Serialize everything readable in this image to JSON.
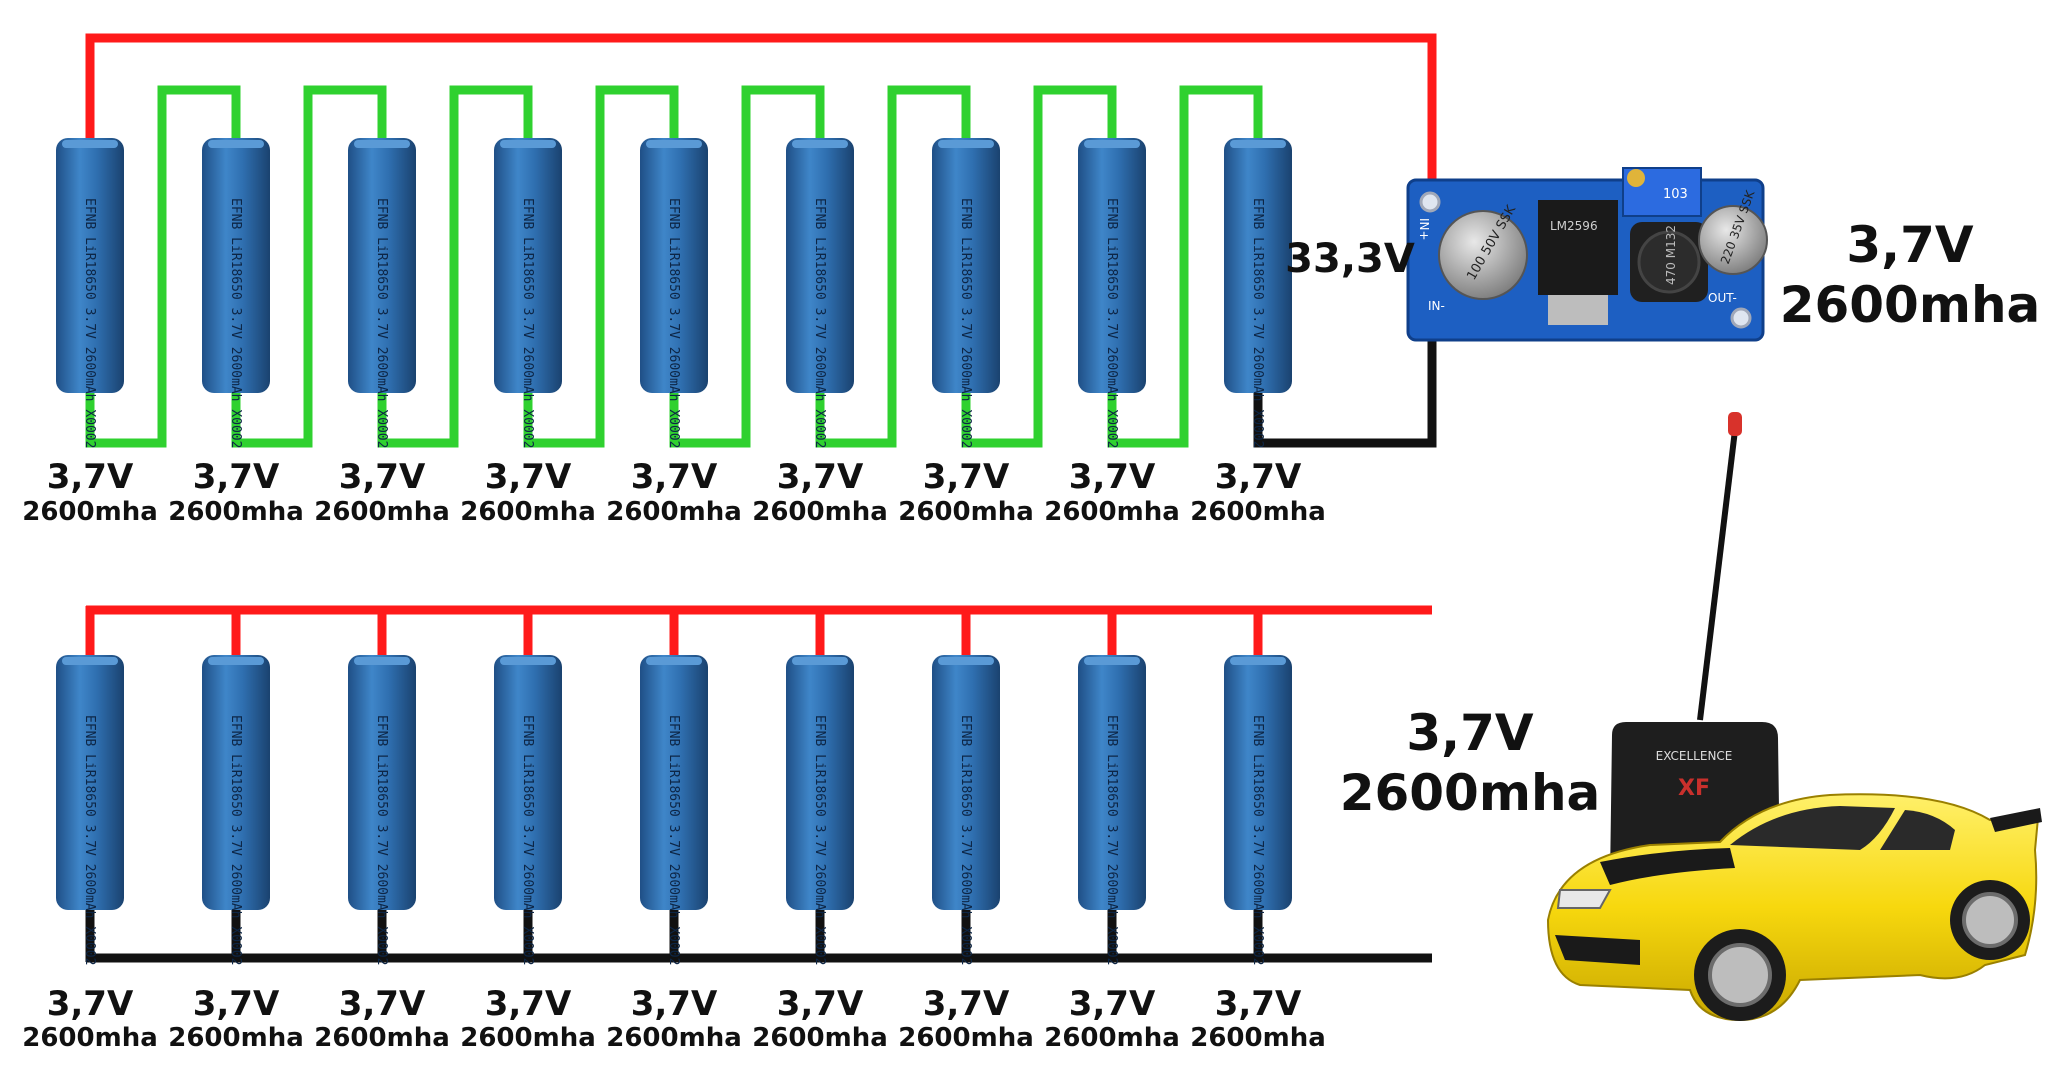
{
  "diagram": {
    "series_bank": {
      "cells": [
        {
          "voltage": "3,7V",
          "capacity": "2600mha"
        },
        {
          "voltage": "3,7V",
          "capacity": "2600mha"
        },
        {
          "voltage": "3,7V",
          "capacity": "2600mha"
        },
        {
          "voltage": "3,7V",
          "capacity": "2600mha"
        },
        {
          "voltage": "3,7V",
          "capacity": "2600mha"
        },
        {
          "voltage": "3,7V",
          "capacity": "2600mha"
        },
        {
          "voltage": "3,7V",
          "capacity": "2600mha"
        },
        {
          "voltage": "3,7V",
          "capacity": "2600mha"
        },
        {
          "voltage": "3,7V",
          "capacity": "2600mha"
        }
      ],
      "total_voltage": "33,3V"
    },
    "converter": {
      "output_voltage": "3,7V",
      "output_capacity": "2600mha",
      "board_labels": {
        "in_plus": "IN+",
        "in_minus": "IN-",
        "out_minus": "OUT-",
        "cap_left": "100 50V SSK",
        "cap_right": "220 35V SSK",
        "inductor": "470 M132",
        "pot": "103",
        "chip": "LM2596"
      }
    },
    "parallel_bank": {
      "cells": [
        {
          "voltage": "3,7V",
          "capacity": "2600mha"
        },
        {
          "voltage": "3,7V",
          "capacity": "2600mha"
        },
        {
          "voltage": "3,7V",
          "capacity": "2600mha"
        },
        {
          "voltage": "3,7V",
          "capacity": "2600mha"
        },
        {
          "voltage": "3,7V",
          "capacity": "2600mha"
        },
        {
          "voltage": "3,7V",
          "capacity": "2600mha"
        },
        {
          "voltage": "3,7V",
          "capacity": "2600mha"
        },
        {
          "voltage": "3,7V",
          "capacity": "2600mha"
        },
        {
          "voltage": "3,7V",
          "capacity": "2600mha"
        }
      ],
      "total_voltage": "3,7V",
      "total_capacity": "2600mha"
    },
    "cell_print": "EFNB LiR18650 3.7V 2600mAh X0002",
    "remote": {
      "brand": "EXCELLENCE",
      "logo": "XF"
    },
    "colors": {
      "battery": "#2f6fb0",
      "positive_wire": "#ff1a1a",
      "series_link_wire": "#2fd12f",
      "negative_wire": "#111111",
      "pcb": "#1d5fc2",
      "car": "#f7d80e"
    }
  }
}
